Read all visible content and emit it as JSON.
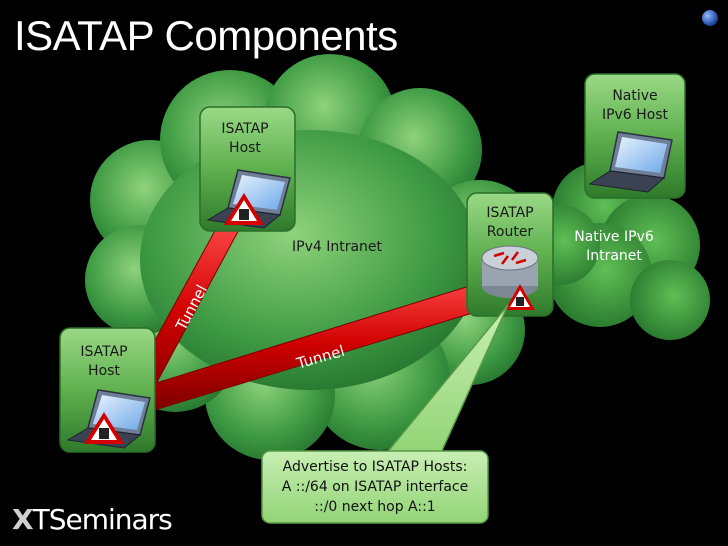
{
  "slide": {
    "title": "ISATAP Components"
  },
  "nodes": {
    "host_top": {
      "line1": "ISATAP",
      "line2": "Host"
    },
    "host_left": {
      "line1": "ISATAP",
      "line2": "Host"
    },
    "router": {
      "line1": "ISATAP",
      "line2": "Router"
    },
    "native_host": {
      "line1": "Native",
      "line2": "IPv6 Host"
    }
  },
  "clouds": {
    "ipv4": "IPv4 Intranet",
    "ipv6_line1": "Native IPv6",
    "ipv6_line2": "Intranet"
  },
  "tunnels": {
    "top": "Tunnel",
    "bottom": "Tunnel"
  },
  "callout": {
    "line1": "Advertise to ISATAP Hosts:",
    "line2": "A ::/64 on ISATAP interface",
    "line3": "::/0 next hop A::1"
  },
  "branding": {
    "logo_mark": "X",
    "logo_text": "TSeminars"
  },
  "colors": {
    "background": "#000000",
    "cloud_green": "#2f8a3a",
    "tunnel_red": "#d40000",
    "box_green": "#6dbf5d",
    "callout_fill": "#a9e08f"
  },
  "icons": [
    "laptop-icon",
    "warning-tunnel-icon",
    "router-icon"
  ]
}
